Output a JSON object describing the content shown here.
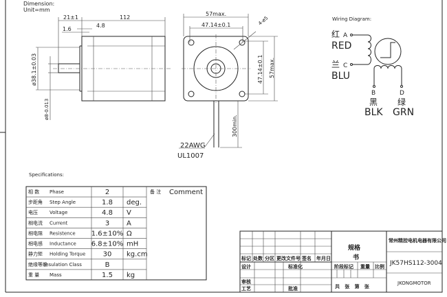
{
  "header": {
    "dimension_label": "Dimension:",
    "unit": "Unit=mm"
  },
  "side_view": {
    "dim_21": "21±1",
    "dim_112": "112",
    "dim_1_6": "1.6",
    "dim_4_8": "4.8",
    "dim_boss": "ø38.1±0.03",
    "dim_shaft": "ø8-0.013"
  },
  "front_view": {
    "dim_57_top": "57max.",
    "dim_47_top": "47.14±0.1",
    "dim_holes": "4-ø5",
    "dim_47_side": "47.14±0.1",
    "dim_57_side": "57max.",
    "dim_lead": "300min.",
    "wire_gauge": "22AWG",
    "wire_type": "UL1007"
  },
  "wiring": {
    "title": "Wiring Diagram:",
    "a": {
      "cn": "红",
      "letter": "A",
      "color": "RED"
    },
    "c": {
      "cn": "兰",
      "letter": "C",
      "color": "BLU"
    },
    "b": {
      "cn": "黑",
      "letter": "B",
      "color": "BLK"
    },
    "d": {
      "cn": "绿",
      "letter": "D",
      "color": "GRN"
    }
  },
  "specs": {
    "title": "Specifications:",
    "comment_cn": "备 注",
    "comment_en": "Comment",
    "rows": [
      {
        "cn": "相 数",
        "en": "Phase",
        "value": "2",
        "unit": ""
      },
      {
        "cn": "步距角",
        "en": "Step Angle",
        "value": "1.8",
        "unit": "deg."
      },
      {
        "cn": "电压",
        "en": "Voltage",
        "value": "4.8",
        "unit": "V"
      },
      {
        "cn": "相电流",
        "en": "Current",
        "value": "3",
        "unit": "A"
      },
      {
        "cn": "相电阻",
        "en": "Resistence",
        "value": "1.6±10%",
        "unit": "Ω"
      },
      {
        "cn": "相电感",
        "en": "Inductance",
        "value": "6.8±10%",
        "unit": "mH"
      },
      {
        "cn": "静力矩",
        "en": "Holding Torque",
        "value": "30",
        "unit": "kg.cm"
      },
      {
        "cn": "绝缘等级",
        "en": "Insulation Class",
        "value": "B",
        "unit": ""
      },
      {
        "cn": "重 量",
        "en": "Mass",
        "value": "1.5",
        "unit": "kg"
      }
    ]
  },
  "title_block": {
    "headers": [
      "标记",
      "处数",
      "分区",
      "更改文件号",
      "签名",
      "年月日"
    ],
    "design": "设计",
    "standardize": "标准化",
    "review": "审核",
    "process": "工艺",
    "approve": "批准",
    "doc_title_1": "规格",
    "doc_title_2": "书",
    "stage_mark": "阶段标记",
    "weight": "重量",
    "scale": "比例",
    "sheets": "共   张   第   张",
    "company": "常州精控电机电器有限公司",
    "part_number": "JK57HS112-3004",
    "brand": "JKONGMOTOR"
  }
}
